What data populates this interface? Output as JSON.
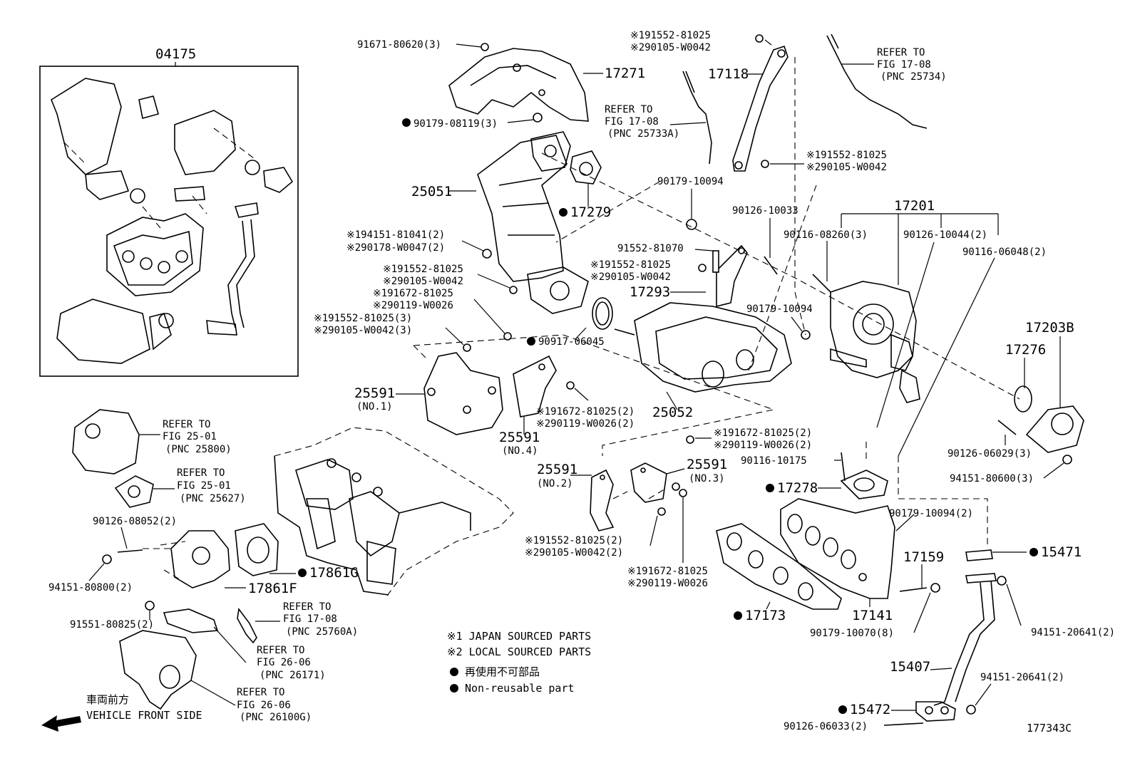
{
  "diagram": {
    "drawing_number": "177343C",
    "kit": {
      "number": "04175"
    },
    "labels": {
      "p17271": "17271",
      "p25051": "25051",
      "p17279": "17279",
      "p17118": "17118",
      "p17201": "17201",
      "p17293": "17293",
      "p25052": "25052",
      "p17203B": "17203B",
      "p17276": "17276",
      "p25591_no1": "25591",
      "no1": "(NO.1)",
      "p25591_no4": "25591",
      "no4": "(NO.4)",
      "p25591_no2": "25591",
      "no2": "(NO.2)",
      "p25591_no3": "25591",
      "no3": "(NO.3)",
      "p17278": "17278",
      "p17861G": "17861G",
      "p17861F": "17861F",
      "p17173": "17173",
      "p17141": "17141",
      "p17159": "17159",
      "p15471": "15471",
      "p15407": "15407",
      "p15472": "15472",
      "b91671": "91671-80620(3)",
      "b90179_08119": "90179-08119(3)",
      "b17118_a1": "※191552-81025",
      "b17118_a2": "※290105-W0042",
      "b17118_b1": "※191552-81025",
      "b17118_b2": "※290105-W0042",
      "b90179_10094a": "90179-10094",
      "b90126_10033": "90126-10033",
      "b90116_08260": "90116-08260(3)",
      "b90126_10044": "90126-10044(2)",
      "b90116_06048": "90116-06048(2)",
      "b194151_1": "※194151-81041(2)",
      "b194151_2": "※290178-W0047(2)",
      "b91552_81070": "91552-81070",
      "b25_a1": "※191552-81025",
      "b25_a2": "※290105-W0042",
      "b17293_a1": "※191552-81025",
      "b17293_a2": "※290105-W0042",
      "b25_b1": "※191672-81025",
      "b25_b2": "※290119-W0026",
      "b90179_10094b": "90179-10094",
      "b_no1_1": "※191552-81025(3)",
      "b_no1_2": "※290105-W0042(3)",
      "b90917": "90917-06045",
      "b_no4_1": "※191672-81025(2)",
      "b_no4_2": "※290119-W0026(2)",
      "b_no3_1": "※191672-81025(2)",
      "b_no3_2": "※290119-W0026(2)",
      "b90116_10175": "90116-10175",
      "b90126_06029": "90126-06029(3)",
      "b94151_80600": "94151-80600(3)",
      "b90179_10094c": "90179-10094(2)",
      "b_no2_1": "※191552-81025(2)",
      "b_no2_2": "※290105-W0042(2)",
      "b_bot_1": "※191672-81025",
      "b_bot_2": "※290119-W0026",
      "b90179_10070": "90179-10070(8)",
      "b94151_20641a": "94151-20641(2)",
      "b94151_20641b": "94151-20641(2)",
      "b90126_06033": "90126-06033(2)",
      "b90126_08052": "90126-08052(2)",
      "b94151_80800": "94151-80800(2)",
      "b91551_80825": "91551-80825(2)"
    },
    "references": [
      {
        "l1": "REFER TO",
        "l2": "FIG 17-08",
        "l3": "(PNC 25734)"
      },
      {
        "l1": "REFER TO",
        "l2": "FIG 17-08",
        "l3": "(PNC 25733A)"
      },
      {
        "l1": "REFER TO",
        "l2": "FIG 25-01",
        "l3": "(PNC 25800)"
      },
      {
        "l1": "REFER TO",
        "l2": "FIG 25-01",
        "l3": "(PNC 25627)"
      },
      {
        "l1": "REFER TO",
        "l2": "FIG 17-08",
        "l3": "(PNC 25760A)"
      },
      {
        "l1": "REFER TO",
        "l2": "FIG 26-06",
        "l3": "(PNC 26171)"
      },
      {
        "l1": "REFER TO",
        "l2": "FIG 26-06",
        "l3": "(PNC 26100G)"
      }
    ],
    "legend": {
      "japan": "※1 JAPAN SOURCED PARTS",
      "local": "※2 LOCAL SOURCED PARTS",
      "nonreuse_jp": "再使用不可部品",
      "nonreuse_en": "Non-reusable part"
    },
    "front": {
      "jp": "車両前方",
      "en": "VEHICLE FRONT SIDE"
    }
  }
}
